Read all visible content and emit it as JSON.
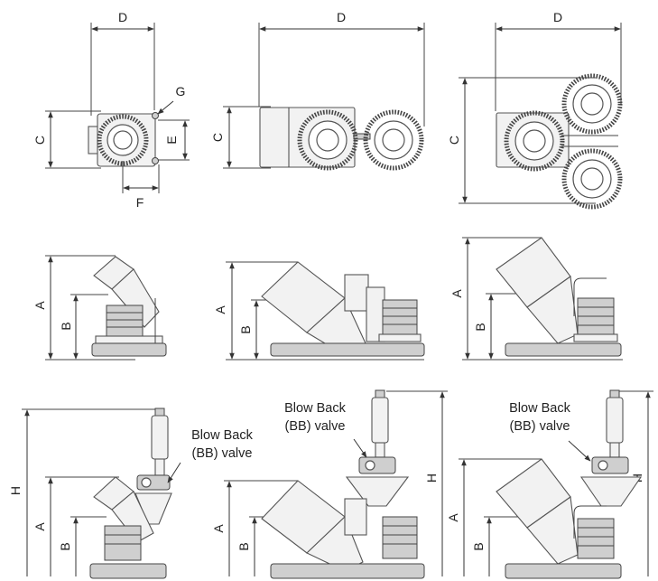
{
  "labels": {
    "a": "A",
    "b": "B",
    "c": "C",
    "d": "D",
    "e": "E",
    "f": "F",
    "g": "G",
    "h": "H"
  },
  "annotation": {
    "line1": "Blow Back",
    "line2": "(BB) valve"
  },
  "colors": {
    "line": "#333333",
    "fill": "#f2f2f2",
    "background": "#ffffff"
  }
}
